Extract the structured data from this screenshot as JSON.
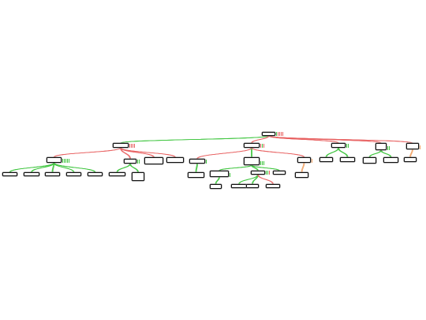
{
  "colors": {
    "positive": "#3cc43c",
    "negative": "#e86060",
    "neutral": "#f0a060",
    "node_border": "#111111"
  },
  "tree": {
    "id": "root",
    "children": [
      {
        "id": "n1",
        "edge": "positive",
        "children": [
          {
            "id": "n1a",
            "edge": "negative",
            "children": [
              {
                "id": "n1a1",
                "edge": "positive"
              },
              {
                "id": "n1a2",
                "edge": "positive"
              },
              {
                "id": "n1a3",
                "edge": "positive"
              },
              {
                "id": "n1a4",
                "edge": "positive"
              },
              {
                "id": "n1a5",
                "edge": "positive"
              }
            ]
          },
          {
            "id": "n1b",
            "edge": "negative",
            "children": [
              {
                "id": "n1b1",
                "edge": "positive"
              },
              {
                "id": "n1b2",
                "edge": "positive"
              }
            ]
          },
          {
            "id": "n1c",
            "edge": "negative"
          },
          {
            "id": "n1d",
            "edge": "negative"
          }
        ]
      },
      {
        "id": "n2",
        "edge": "negative",
        "children": [
          {
            "id": "n2a",
            "edge": "negative",
            "children": [
              {
                "id": "n2a1",
                "edge": "positive"
              }
            ]
          },
          {
            "id": "n2b",
            "edge": "positive",
            "children": [
              {
                "id": "n2b1",
                "edge": "positive",
                "children": [
                  {
                    "id": "n2b1a",
                    "edge": "positive"
                  }
                ]
              },
              {
                "id": "n2b2",
                "edge": "positive",
                "children": [
                  {
                    "id": "n2b2a",
                    "edge": "positive"
                  },
                  {
                    "id": "n2b2b",
                    "edge": "positive"
                  },
                  {
                    "id": "n2b2c",
                    "edge": "negative"
                  }
                ]
              },
              {
                "id": "n2b3",
                "edge": "positive"
              }
            ]
          },
          {
            "id": "n2c",
            "edge": "negative",
            "children": [
              {
                "id": "n2c1",
                "edge": "neutral"
              }
            ]
          }
        ]
      },
      {
        "id": "n3",
        "edge": "negative",
        "children": [
          {
            "id": "n3a",
            "edge": "positive"
          },
          {
            "id": "n3b",
            "edge": "positive"
          }
        ]
      },
      {
        "id": "n4",
        "edge": "negative",
        "children": [
          {
            "id": "n4a",
            "edge": "positive"
          },
          {
            "id": "n4b",
            "edge": "positive"
          }
        ]
      },
      {
        "id": "n5",
        "edge": "negative",
        "children": [
          {
            "id": "n5a",
            "edge": "neutral"
          }
        ]
      }
    ]
  }
}
